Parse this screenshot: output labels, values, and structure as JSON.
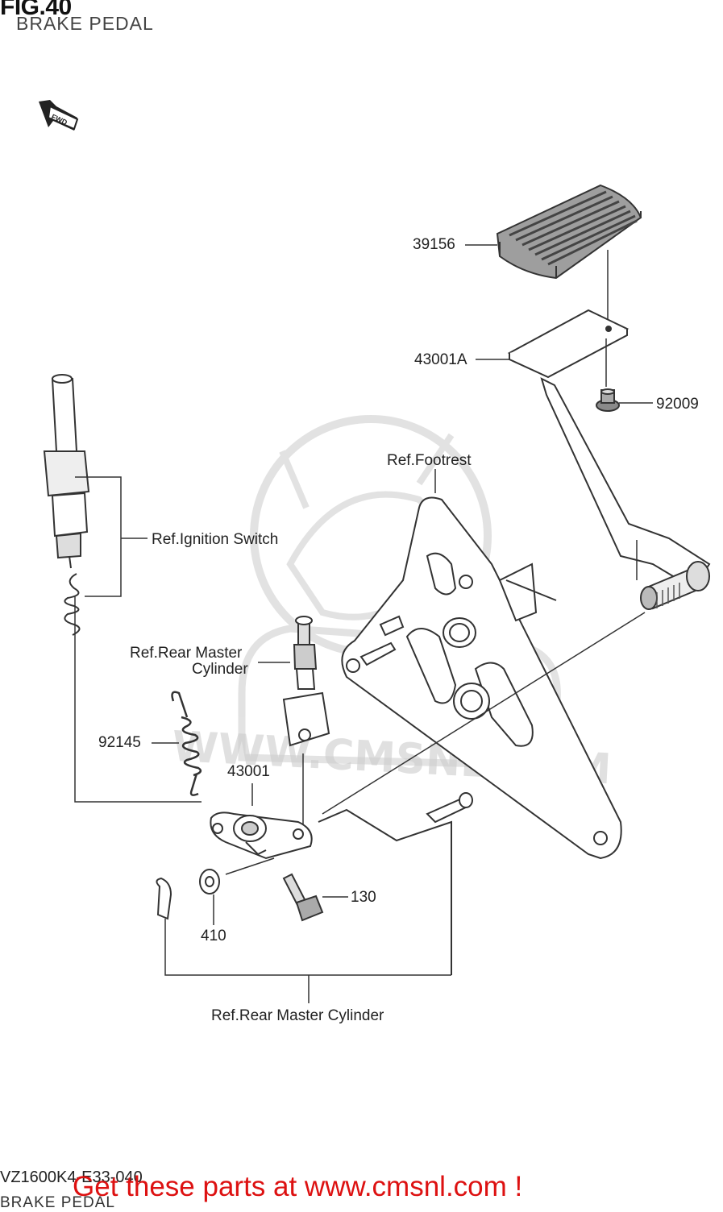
{
  "header": {
    "fig_title": "FIG.40",
    "subtitle": "BRAKE PEDAL"
  },
  "direction_arrow": {
    "text": "FWD",
    "icon": "fwd-arrow-icon"
  },
  "watermark": {
    "text": "WWW.CMSNL.COM",
    "color": "#cccccc"
  },
  "parts": {
    "footpeg_rubber": "39156",
    "brake_pedal_arm": "43001A",
    "bolt_92009": "92009",
    "ref_footrest": "Ref.Footrest",
    "ref_ignition_switch": "Ref.Ignition Switch",
    "ref_rear_master_cylinder_line1": "Ref.Rear Master",
    "ref_rear_master_cylinder_line2": "Cylinder",
    "spring_92145": "92145",
    "lever_43001": "43001",
    "bolt_130": "130",
    "washer_410": "410",
    "ref_rear_master_cylinder_bottom": "Ref.Rear Master Cylinder"
  },
  "footer": {
    "code": "VZ1600K4-E33-040",
    "subtitle": "BRAKE PEDAL",
    "promo": "Get these parts at www.cmsnl.com !",
    "promo_color": "#dd1111"
  }
}
